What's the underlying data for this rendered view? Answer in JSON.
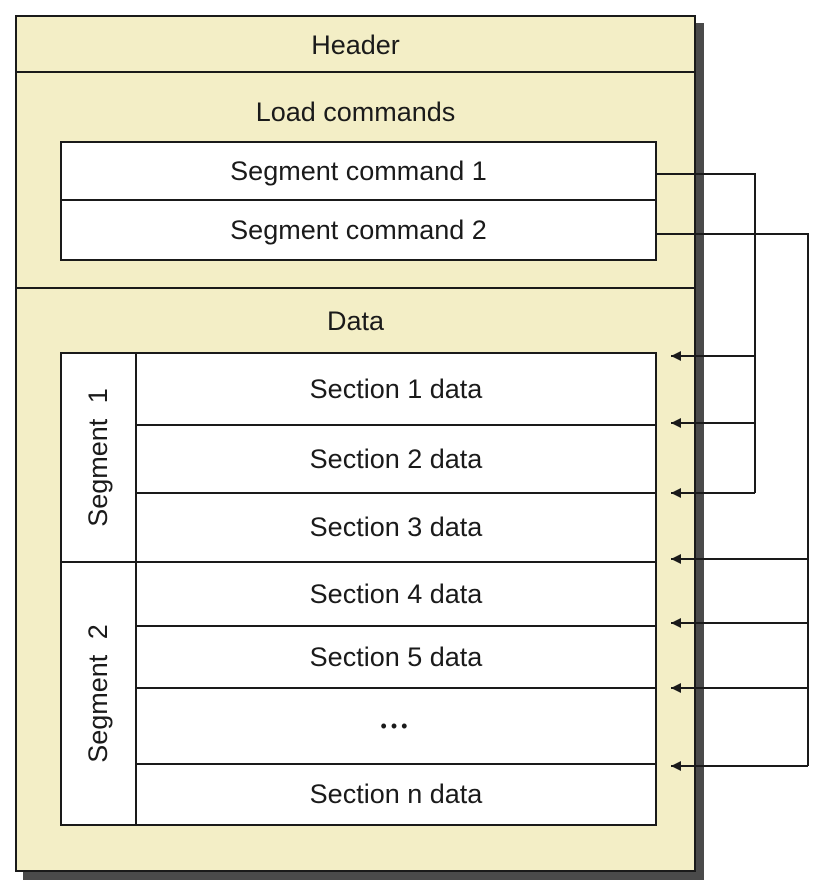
{
  "header": {
    "label": "Header"
  },
  "load_commands": {
    "label": "Load commands",
    "segment_commands": [
      "Segment command 1",
      "Segment command 2"
    ]
  },
  "data": {
    "label": "Data",
    "segments": [
      {
        "label": "Segment 1",
        "sections": [
          "Section 1 data",
          "Section 2 data",
          "Section 3 data"
        ]
      },
      {
        "label": "Segment 2",
        "sections": [
          "Section 4 data",
          "Section 5 data",
          "•••",
          "Section n data"
        ]
      }
    ]
  },
  "colors": {
    "panel_fill": "#f3eec6",
    "line": "#1a1a1a",
    "box_fill": "#ffffff"
  }
}
